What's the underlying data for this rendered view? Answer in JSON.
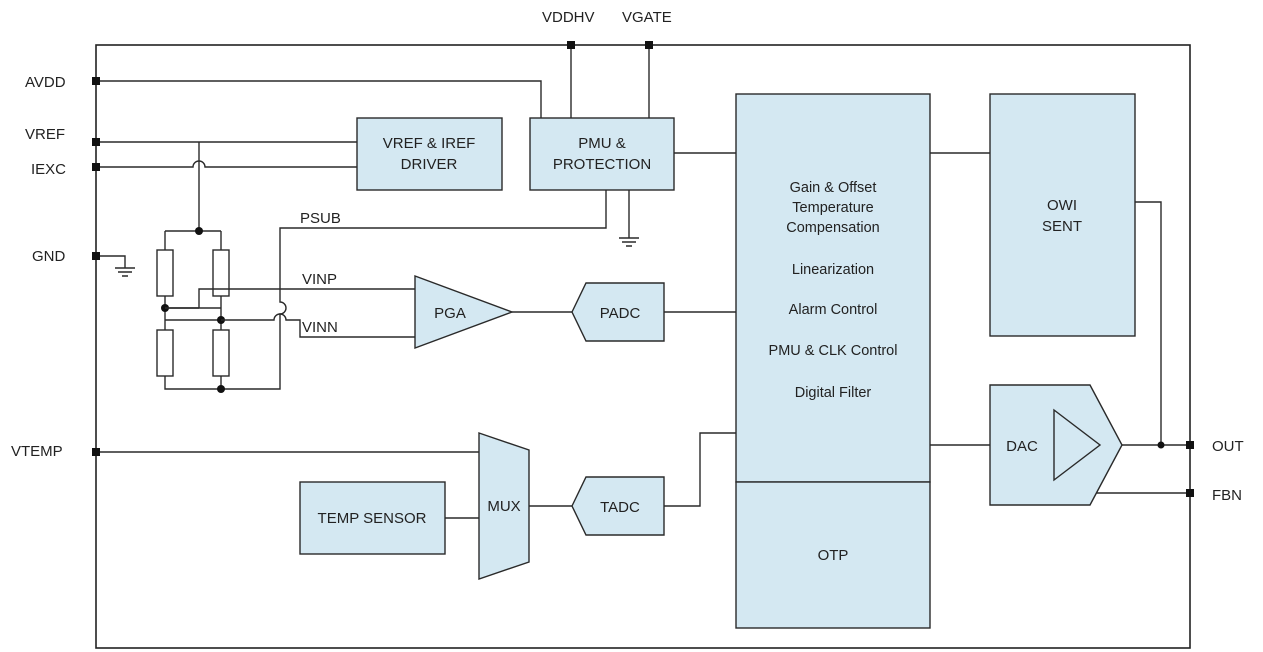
{
  "pins": {
    "vddhv": "VDDHV",
    "vgate": "VGATE",
    "avdd": "AVDD",
    "vref": "VREF",
    "iexc": "IEXC",
    "gnd": "GND",
    "vtemp": "VTEMP",
    "out": "OUT",
    "fbn": "FBN"
  },
  "nets": {
    "psub": "PSUB",
    "vinp": "VINP",
    "vinn": "VINN"
  },
  "blocks": {
    "vref_driver": [
      "VREF & IREF",
      "DRIVER"
    ],
    "pmu": [
      "PMU &",
      "PROTECTION"
    ],
    "pga": "PGA",
    "padc": "PADC",
    "tadc": "TADC",
    "mux": "MUX",
    "temp_sensor": "TEMP SENSOR",
    "otp": "OTP",
    "owi": [
      "OWI",
      "SENT"
    ],
    "dac": "DAC"
  },
  "dsp_functions": [
    "Gain & Offset",
    "Temperature",
    "Compensation",
    "Linearization",
    "Alarm Control",
    "PMU & CLK Control",
    "Digital Filter"
  ],
  "colors": {
    "block_fill": "#d4e8f2",
    "line": "#2a2a2a"
  }
}
